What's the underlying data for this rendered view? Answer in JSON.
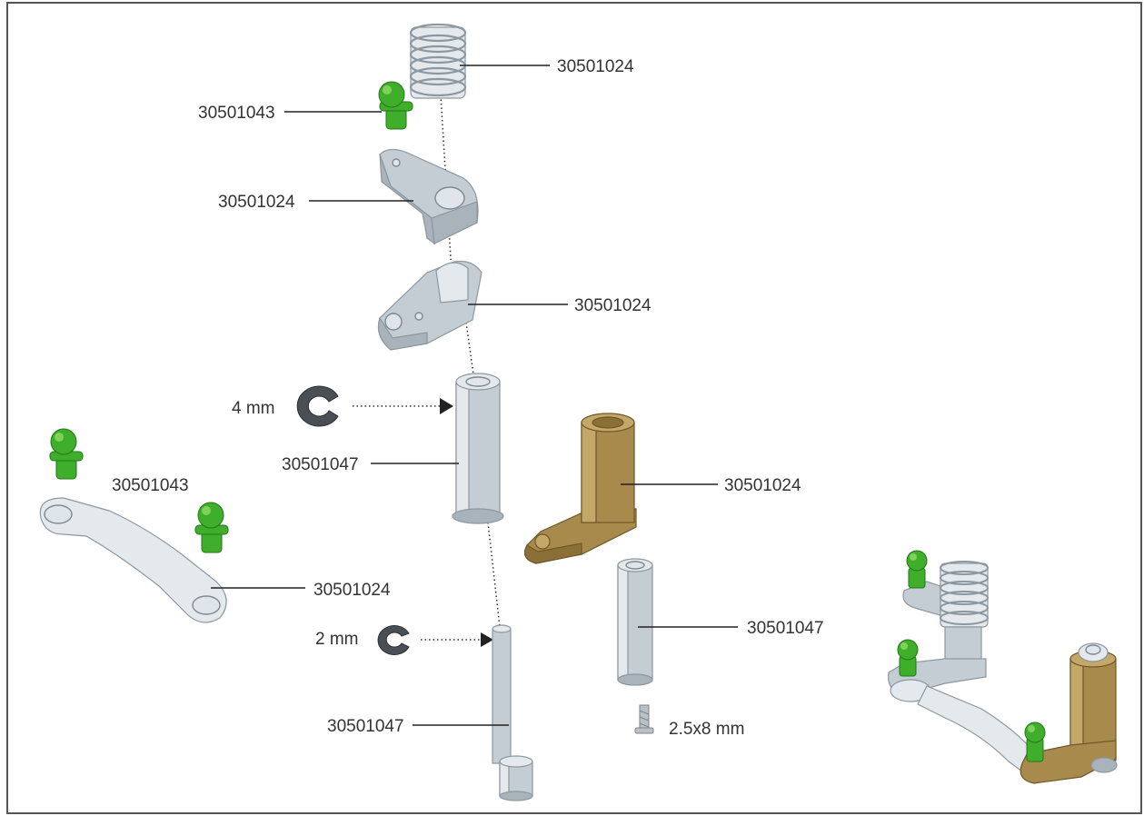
{
  "diagram": {
    "labels": {
      "spring": "30501024",
      "ball_top": "30501043",
      "upper_arm": "30501024",
      "lower_arm": "30501024",
      "clip_4mm": "4 mm",
      "upper_post": "30501047",
      "brass_arm": "30501024",
      "balls_left": "30501043",
      "link_arm": "30501024",
      "clip_2mm": "2 mm",
      "pin_sleeve": "30501047",
      "shaft": "30501047",
      "screw": "2.5x8 mm"
    },
    "colors": {
      "frame": "#555555",
      "gray_part": "#c4cdd4",
      "brass_part": "#a88a4c",
      "ball_stud": "#3fae2a",
      "e_clip": "#4a4f55"
    },
    "icons": [
      "spring-icon",
      "ball-stud-icon",
      "arm-icon",
      "e-clip-icon",
      "post-icon",
      "brass-arm-icon",
      "link-arm-icon",
      "shaft-icon",
      "screw-icon",
      "assembled-icon"
    ]
  }
}
